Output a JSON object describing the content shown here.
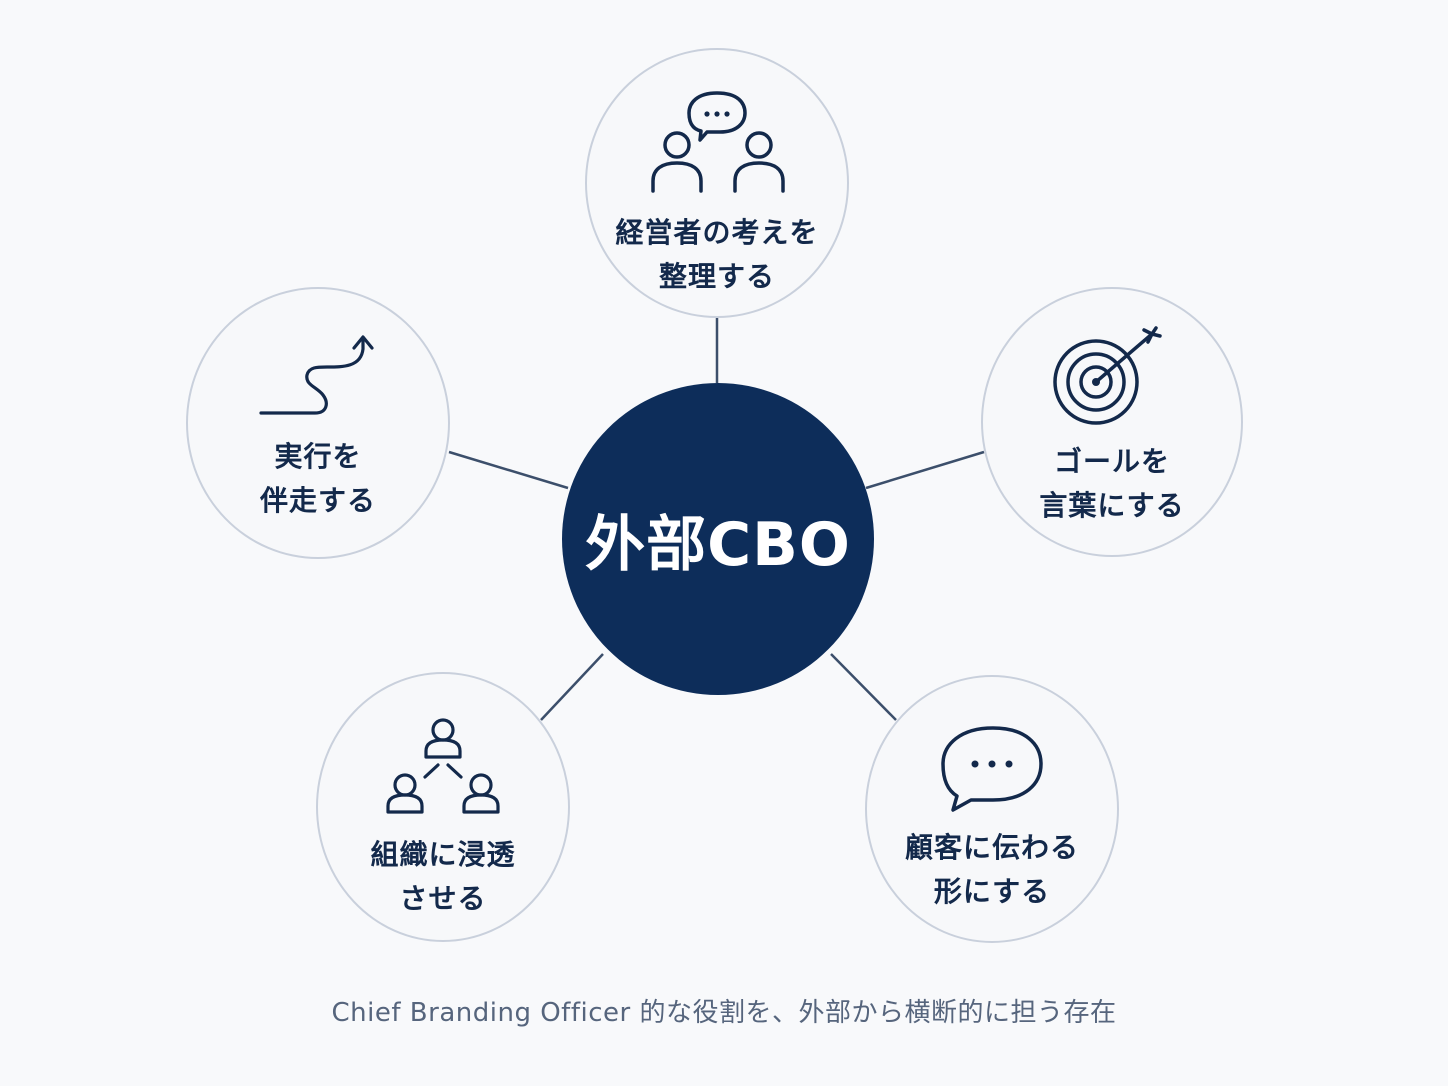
{
  "center": {
    "title": "外部CBO"
  },
  "nodes": [
    {
      "icon": "discussion-people-icon",
      "lines": [
        "経営者の考えを",
        "整理する"
      ]
    },
    {
      "icon": "target-arrow-icon",
      "lines": [
        "ゴールを",
        "言葉にする"
      ]
    },
    {
      "icon": "speech-bubble-icon",
      "lines": [
        "顧客に伝わる",
        "形にする"
      ]
    },
    {
      "icon": "org-people-icon",
      "lines": [
        "組織に浸透",
        "させる"
      ]
    },
    {
      "icon": "winding-arrow-icon",
      "lines": [
        "実行を",
        "伴走する"
      ]
    }
  ],
  "caption": "Chief Branding Officer 的な役割を、外部から横断的に担う存在",
  "colors": {
    "navy": "#0d2d5a",
    "text": "#13294b",
    "circle_border": "#c9d0dc",
    "connector": "#3c4f6b",
    "caption": "#56657d",
    "background": "#f8f9fb"
  }
}
